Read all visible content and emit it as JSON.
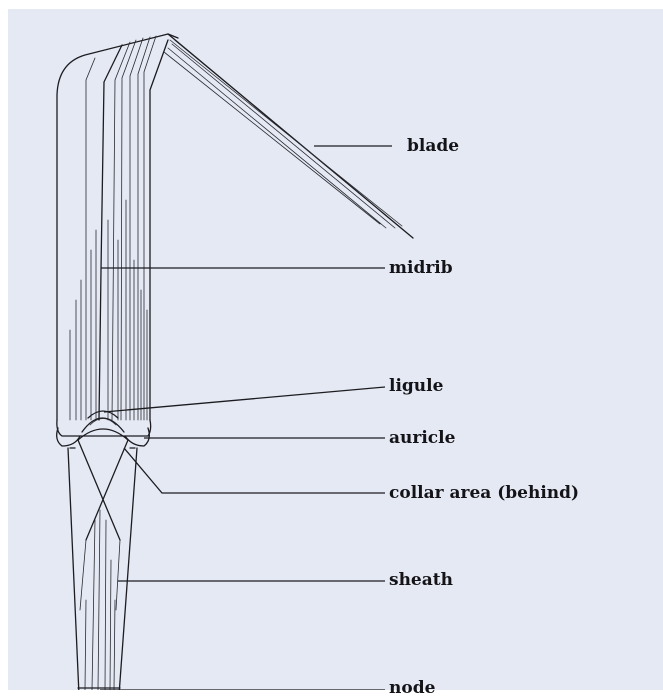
{
  "colors": {
    "background": "#e5e9f4",
    "ink": "#1c1c20"
  },
  "labels": {
    "blade": "blade",
    "midrib": "midrib",
    "ligule": "ligule",
    "auricle": "auricle",
    "collar": "collar area (behind)",
    "sheath": "sheath",
    "node": "node"
  }
}
